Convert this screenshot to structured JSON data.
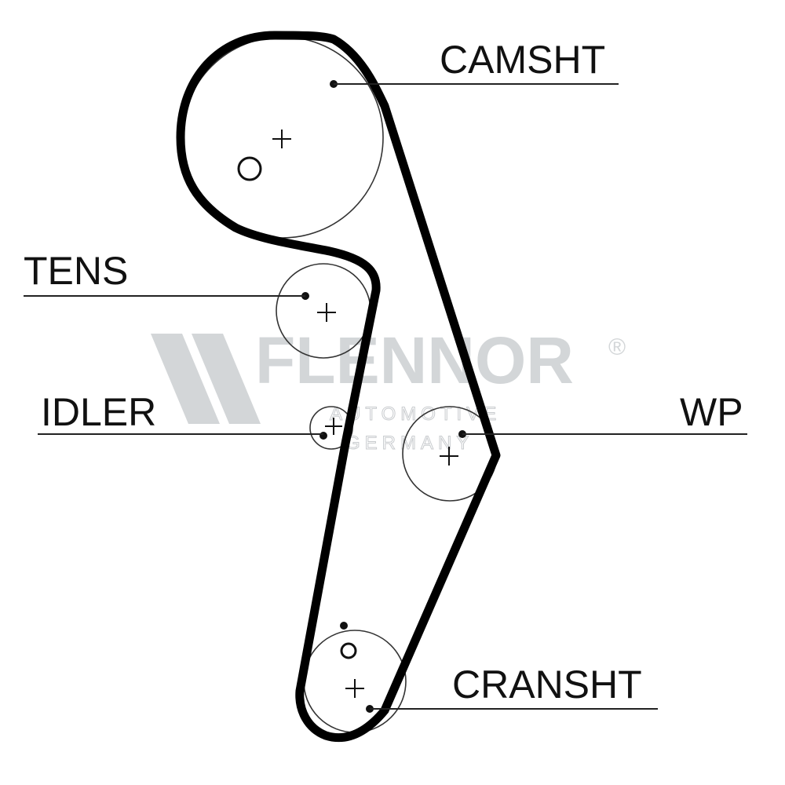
{
  "watermark": {
    "brand": "FLENNOR",
    "registered": "®",
    "line1": "AUTOMOTIVE",
    "line2": "GERMANY"
  },
  "labels": {
    "camshaft": "CAMSHT",
    "tensioner": "TENS",
    "idler": "IDLER",
    "water_pump": "WP",
    "crankshaft": "CRANSHT"
  },
  "colors": {
    "belt": "#000000",
    "text": "#111111",
    "watermark": "#d3d6d8"
  }
}
